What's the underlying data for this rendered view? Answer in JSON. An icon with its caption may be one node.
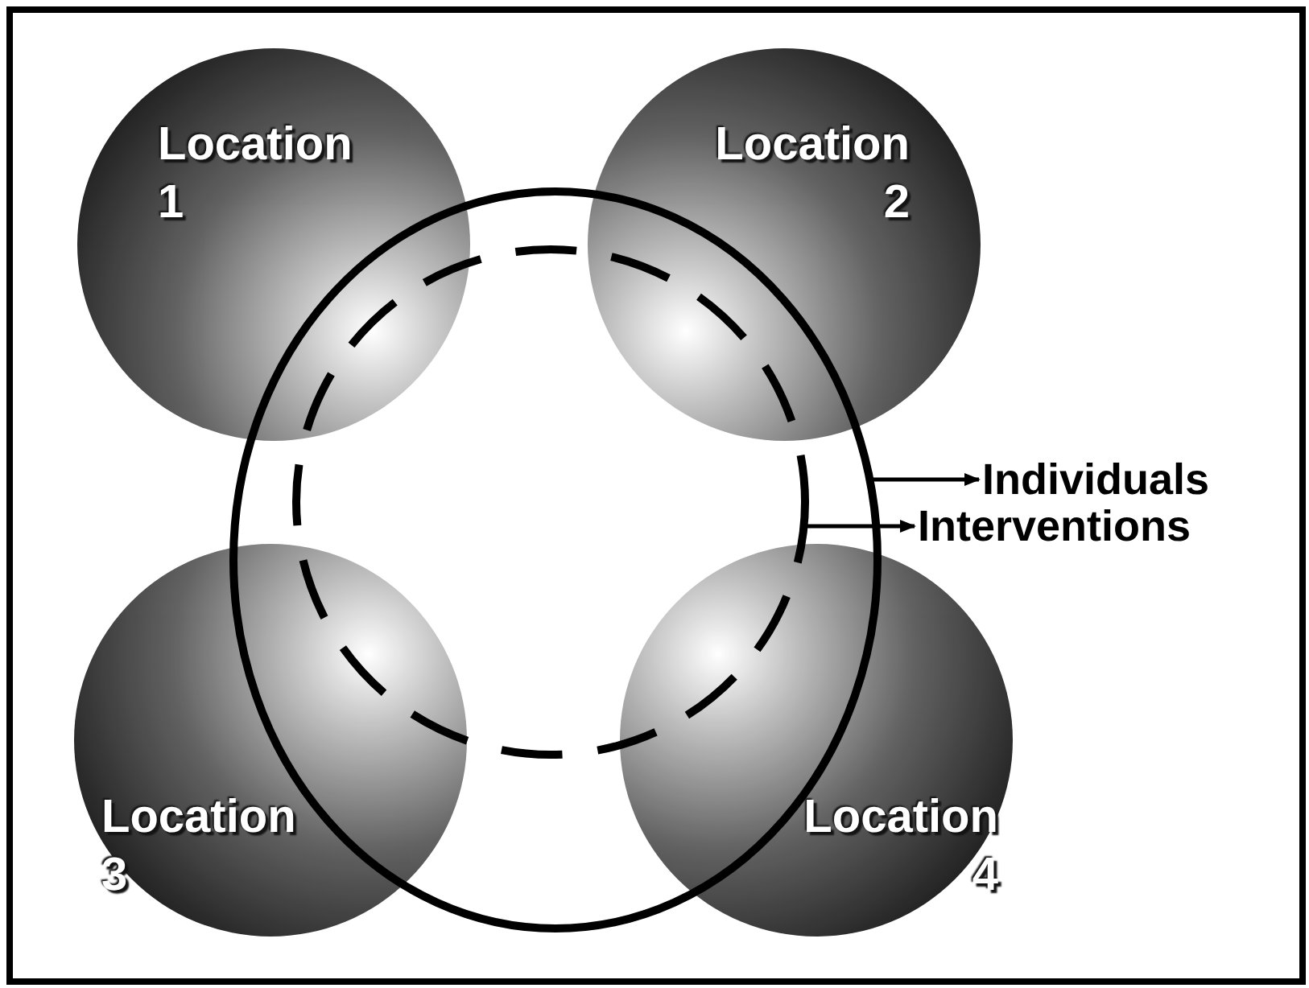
{
  "diagram": {
    "nodes": [
      {
        "text": [
          "Location 1"
        ]
      },
      {
        "text": [
          "Location 2"
        ]
      },
      {
        "text": [
          "Location 3"
        ]
      },
      {
        "text": [
          "Location 4"
        ]
      },
      {
        "text": [],
        "shape": "circle"
      },
      {
        "text": [],
        "shape": "circle",
        "in": 4
      },
      {
        "text": [
          "Individuals"
        ]
      },
      {
        "text": [
          "Interventions"
        ]
      }
    ],
    "edges": [
      {
        "from": 4,
        "to": 6,
        "arrow": "to"
      },
      {
        "from": 5,
        "to": 7,
        "arrow": "to"
      }
    ]
  }
}
